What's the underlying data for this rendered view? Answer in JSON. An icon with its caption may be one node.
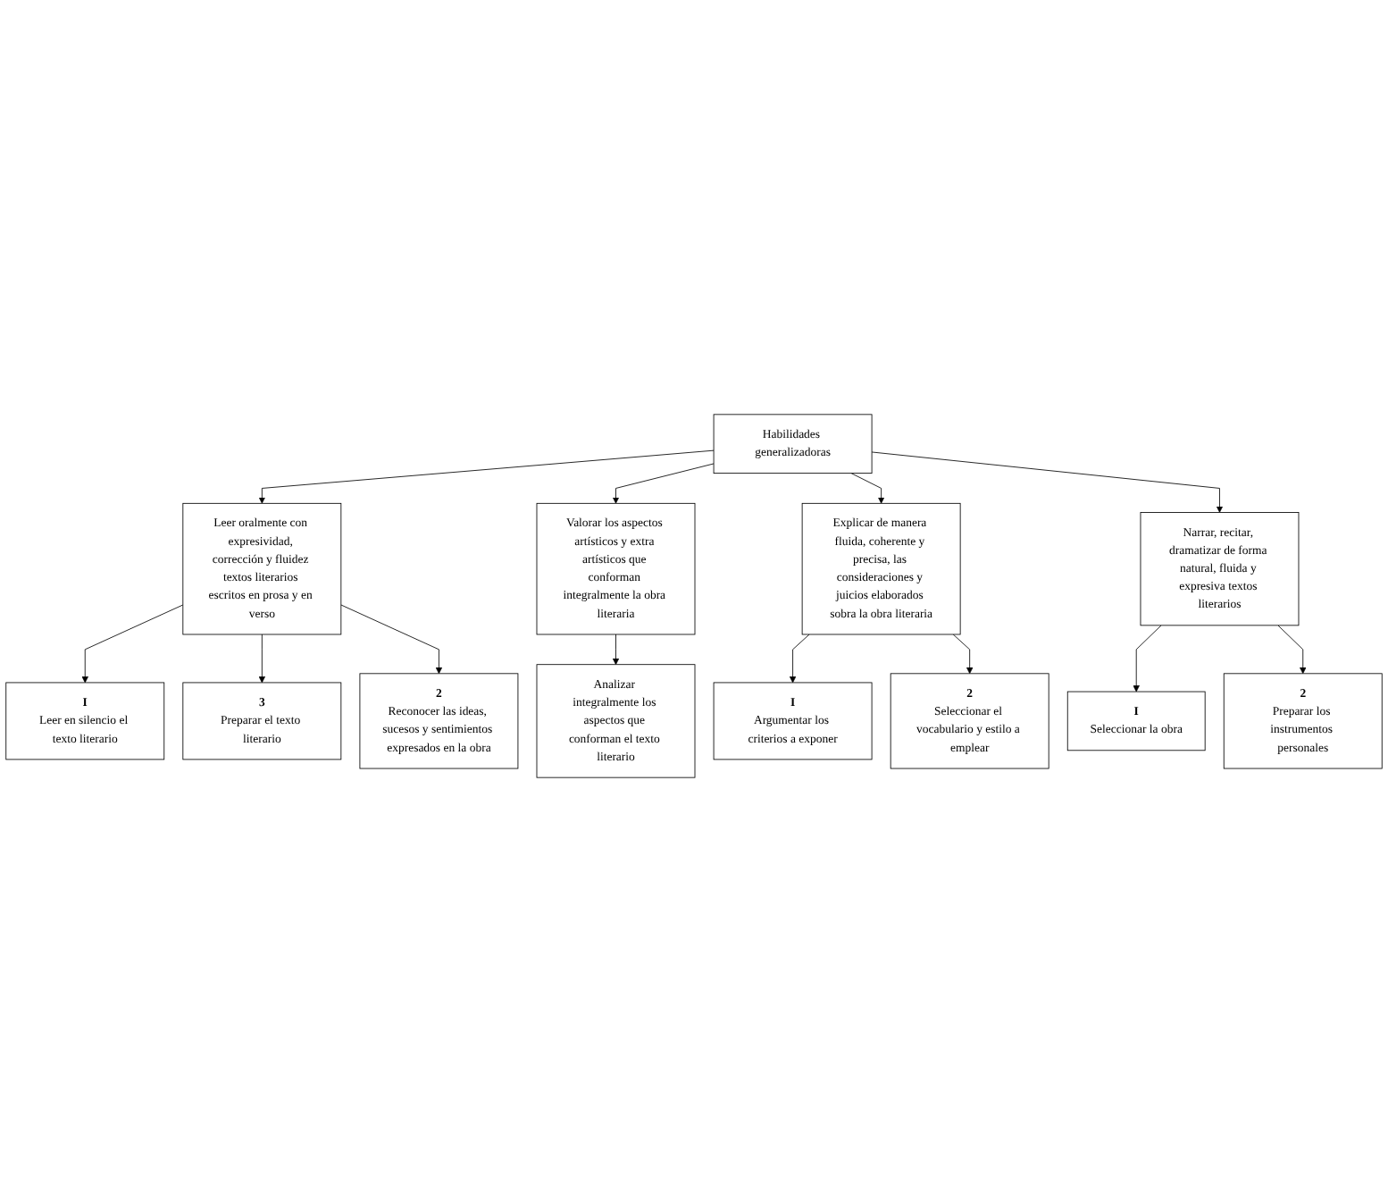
{
  "diagram": {
    "nodes": [
      {
        "text": [
          "Habilidades generalizadoras"
        ]
      },
      {
        "text": [
          "Leer oralmente con expresividad, corrección y fluidez textos literarios escritos en prosa y en verso"
        ]
      },
      {
        "text": [
          "Valorar los aspectos artísticos y extra artísticos que conforman integralmente la obra literaria"
        ]
      },
      {
        "text": [
          "Explicar de manera fluida, coherente y precisa, las consideraciones y juicios elaborados sobra la obra literaria"
        ]
      },
      {
        "text": [
          "Narrar, recitar, dramatizar de forma natural, fluida y expresiva textos literarios"
        ]
      },
      {
        "text": [
          "I",
          "Leer en silencio el texto literario"
        ]
      },
      {
        "text": [
          "3",
          "Preparar el texto literario"
        ]
      },
      {
        "text": [
          "Analizar integralmente los aspectos que conforman el texto literario"
        ]
      },
      {
        "text": [
          "2",
          "Reconocer las ideas, sucesos y sentimientos expresados en la obra"
        ]
      },
      {
        "text": [
          "I",
          "Argumentar los criterios a exponer"
        ]
      },
      {
        "text": [
          "2",
          "Seleccionar el vocabulario y estilo a emplear"
        ]
      },
      {
        "text": [
          "I",
          "Seleccionar la obra"
        ]
      },
      {
        "text": [
          "2",
          "Preparar los instrumentos personales"
        ]
      }
    ],
    "edges": [
      {
        "from": 0,
        "to": 1,
        "arrow": "to"
      },
      {
        "from": 0,
        "to": 2,
        "arrow": "to"
      },
      {
        "from": 0,
        "to": 3,
        "arrow": "to"
      },
      {
        "from": 0,
        "to": 4,
        "arrow": "to"
      },
      {
        "from": 1,
        "to": 5,
        "arrow": "to"
      },
      {
        "from": 1,
        "to": 6,
        "arrow": "to"
      },
      {
        "from": 1,
        "to": 8,
        "arrow": "to"
      },
      {
        "from": 2,
        "to": 7,
        "arrow": "to"
      },
      {
        "from": 3,
        "to": 9,
        "arrow": "to"
      },
      {
        "from": 3,
        "to": 10,
        "arrow": "to"
      },
      {
        "from": 4,
        "to": 11,
        "arrow": "to"
      },
      {
        "from": 4,
        "to": 12,
        "arrow": "to"
      }
    ]
  }
}
